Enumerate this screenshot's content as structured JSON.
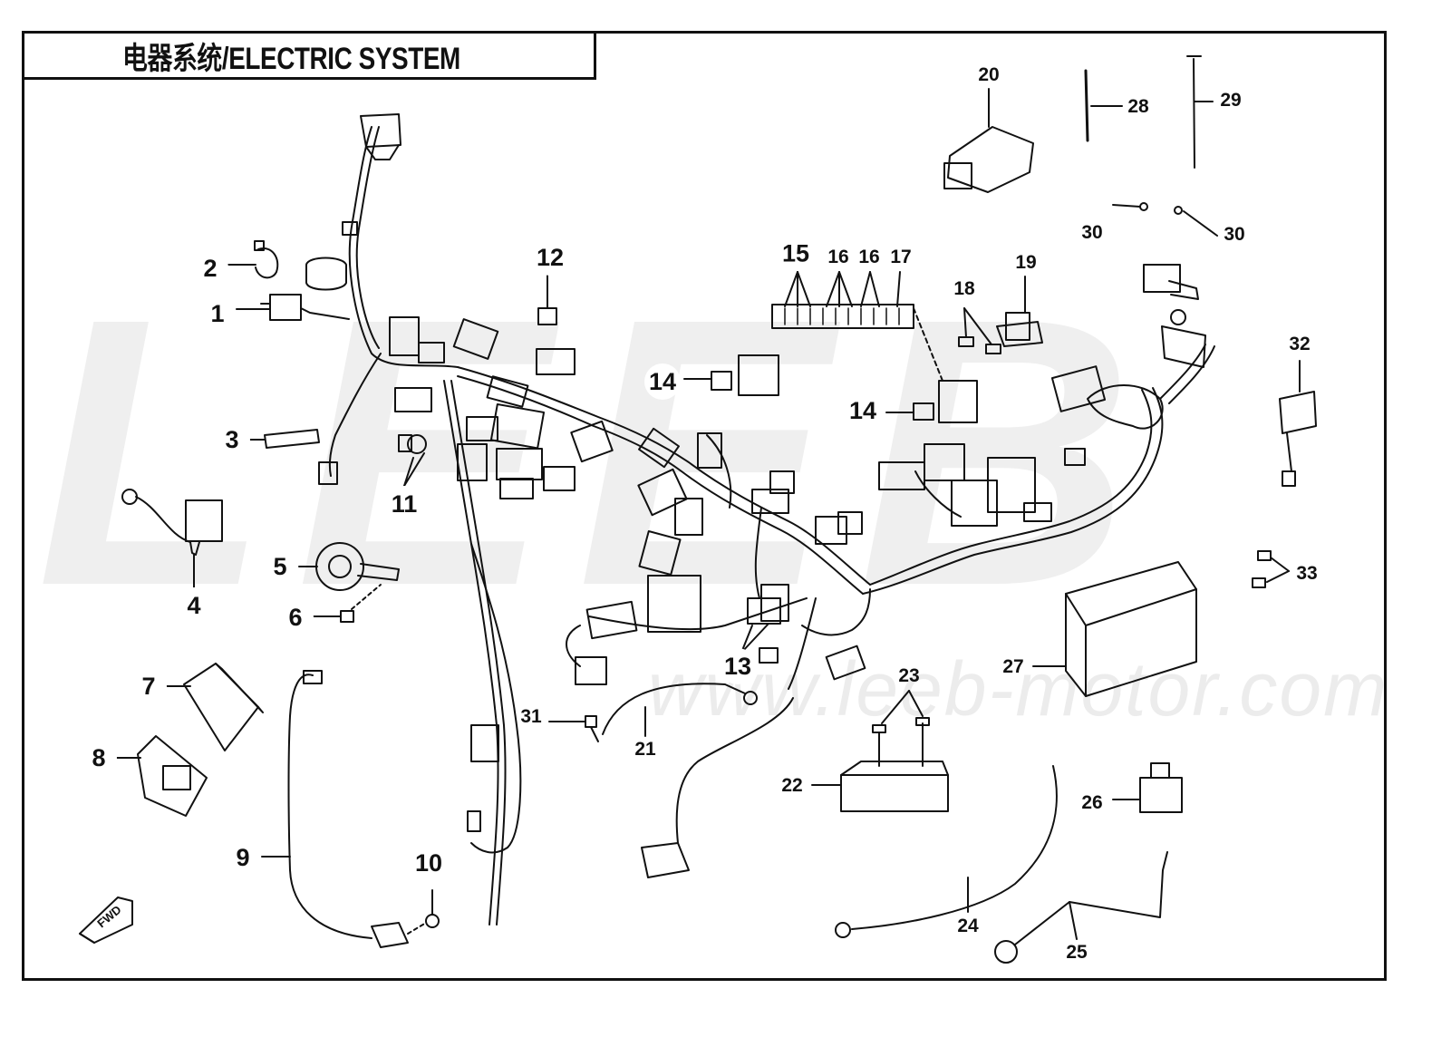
{
  "title": "电器系统/ELECTRIC SYSTEM",
  "watermark": {
    "letters": "LEEB",
    "url": "www.leeb-motor.com"
  },
  "fwd_arrow_label": "FWD",
  "callouts": [
    {
      "id": "c1",
      "text": "1"
    },
    {
      "id": "c2",
      "text": "2"
    },
    {
      "id": "c3",
      "text": "3"
    },
    {
      "id": "c4",
      "text": "4"
    },
    {
      "id": "c5",
      "text": "5"
    },
    {
      "id": "c6",
      "text": "6"
    },
    {
      "id": "c7",
      "text": "7"
    },
    {
      "id": "c8",
      "text": "8"
    },
    {
      "id": "c9",
      "text": "9"
    },
    {
      "id": "c10",
      "text": "10"
    },
    {
      "id": "c11",
      "text": "11"
    },
    {
      "id": "c12",
      "text": "12"
    },
    {
      "id": "c13",
      "text": "13"
    },
    {
      "id": "c14a",
      "text": "14"
    },
    {
      "id": "c14b",
      "text": "14"
    },
    {
      "id": "c15",
      "text": "15"
    },
    {
      "id": "c16a",
      "text": "16"
    },
    {
      "id": "c16b",
      "text": "16"
    },
    {
      "id": "c17",
      "text": "17"
    },
    {
      "id": "c18",
      "text": "18"
    },
    {
      "id": "c19",
      "text": "19"
    },
    {
      "id": "c20",
      "text": "20"
    },
    {
      "id": "c21",
      "text": "21"
    },
    {
      "id": "c22",
      "text": "22"
    },
    {
      "id": "c23",
      "text": "23"
    },
    {
      "id": "c24",
      "text": "24"
    },
    {
      "id": "c25",
      "text": "25"
    },
    {
      "id": "c26",
      "text": "26"
    },
    {
      "id": "c27",
      "text": "27"
    },
    {
      "id": "c28",
      "text": "28"
    },
    {
      "id": "c29",
      "text": "29"
    },
    {
      "id": "c30a",
      "text": "30"
    },
    {
      "id": "c30b",
      "text": "30"
    },
    {
      "id": "c31",
      "text": "31"
    },
    {
      "id": "c32",
      "text": "32"
    },
    {
      "id": "c33",
      "text": "33"
    }
  ],
  "colors": {
    "line": "#111111",
    "part_fill": "#ffffff",
    "part_shade": "#d0d0d0",
    "watermark": "#efefef"
  }
}
